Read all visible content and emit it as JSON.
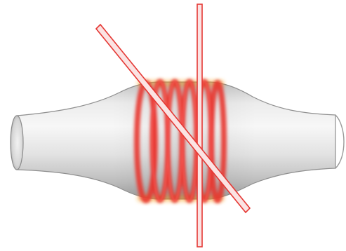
{
  "illustration": {
    "subject": "bulge-tube-with-red-rings",
    "colors": {
      "background": "#ffffff",
      "tube_light": "#f4f4f4",
      "tube_mid": "#d9d9d9",
      "tube_dark": "#a8a8a8",
      "tube_edge": "#8c8c8c",
      "ring_red": "#e8342f",
      "ring_glow": "#f5a623",
      "rod_fill": "#fbe3e3",
      "rod_stroke": "#e53935"
    },
    "ring_count": 6,
    "rod_count": 2
  }
}
